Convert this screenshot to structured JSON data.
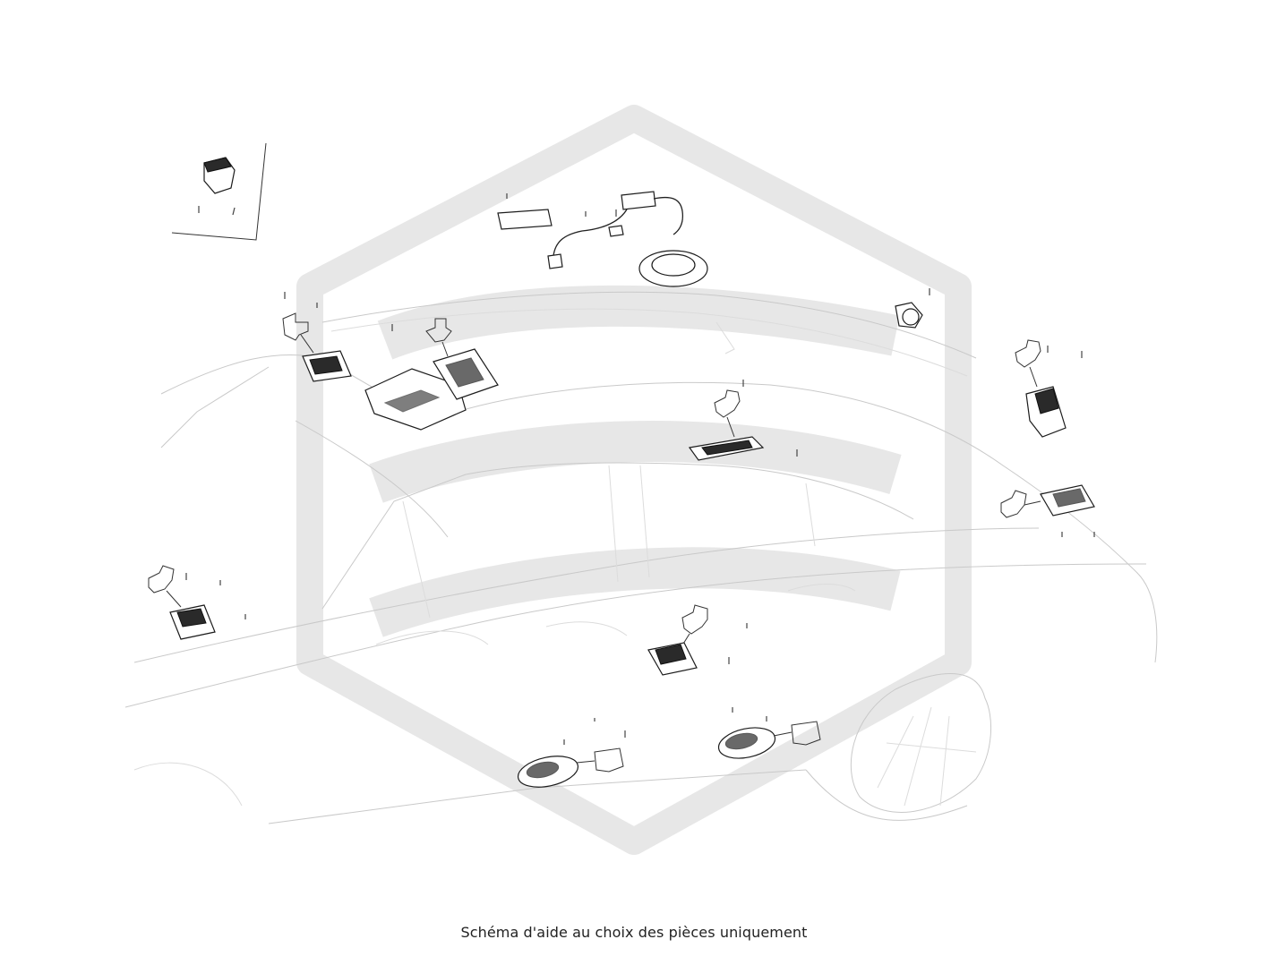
{
  "caption": "Schéma d'aide au choix des pièces uniquement",
  "colors": {
    "background": "#ffffff",
    "watermark": "#e7e7e7",
    "vehicle_outline": "#c9c9c9",
    "part_outline": "#1c1c1c",
    "caption_text": "#222222"
  },
  "parts": [
    {
      "name": "connector-module-part",
      "kind": "connector"
    },
    {
      "name": "felt-pad-part",
      "kind": "pad"
    },
    {
      "name": "wiring-harness-sensor-part",
      "kind": "harness"
    },
    {
      "name": "push-switch-part",
      "kind": "switch"
    },
    {
      "name": "front-left-lamp-part",
      "kind": "lamp"
    },
    {
      "name": "overhead-console-part",
      "kind": "console"
    },
    {
      "name": "center-roof-lamp-part",
      "kind": "lamp"
    },
    {
      "name": "rear-tailgate-lamp-part",
      "kind": "lamp"
    },
    {
      "name": "rear-right-lamp-part",
      "kind": "lamp"
    },
    {
      "name": "left-door-lamp-part",
      "kind": "lamp"
    },
    {
      "name": "center-door-lamp-part",
      "kind": "lamp"
    },
    {
      "name": "front-sill-lamp-part",
      "kind": "lamp"
    },
    {
      "name": "rear-sill-lamp-part",
      "kind": "lamp"
    }
  ]
}
